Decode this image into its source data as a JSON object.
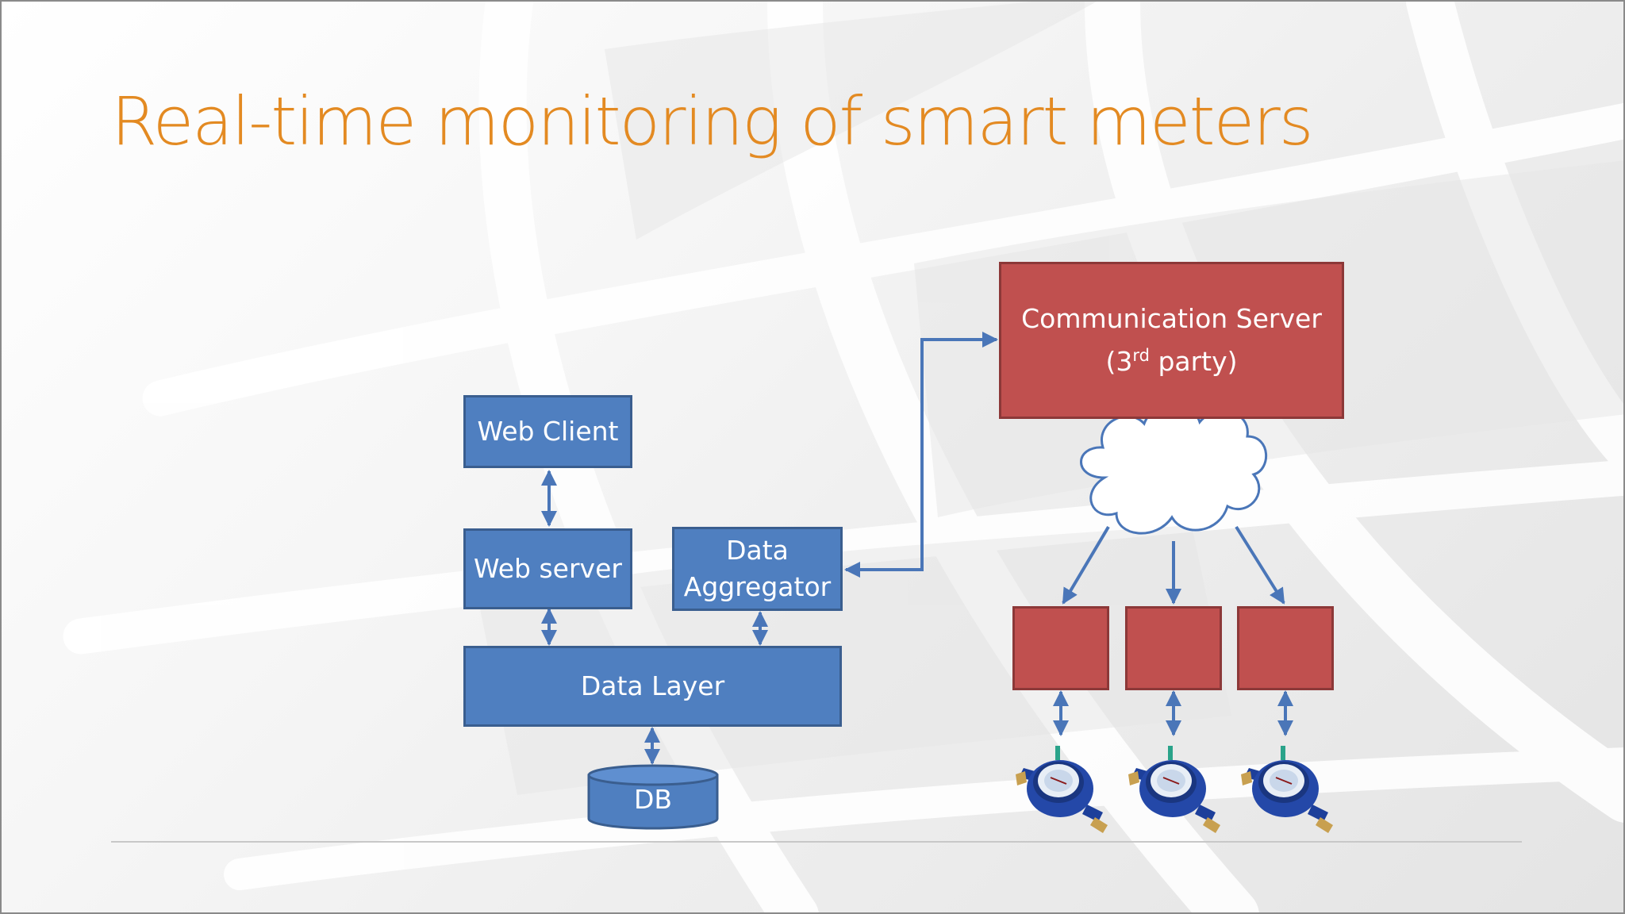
{
  "slide": {
    "title": "Real-time monitoring of smart meters"
  },
  "nodes": {
    "web_client": "Web Client",
    "web_server": "Web server",
    "data_aggregator_line1": "Data",
    "data_aggregator_line2": "Aggregator",
    "data_layer": "Data Layer",
    "db": "DB",
    "comm_server_line1": "Communication Server",
    "comm_server_line2_prefix": "(3",
    "comm_server_line2_sup": "rd",
    "comm_server_line2_suffix": " party)"
  },
  "colors": {
    "title": "#e38a22",
    "blue_fill": "#4f7fc0",
    "blue_border": "#3a5e8f",
    "red_fill": "#c0504f",
    "red_border": "#8c3838",
    "connector": "#4a76b8"
  },
  "icons": {
    "cloud": "network-cloud-icon",
    "meter": "water-meter-icon"
  }
}
